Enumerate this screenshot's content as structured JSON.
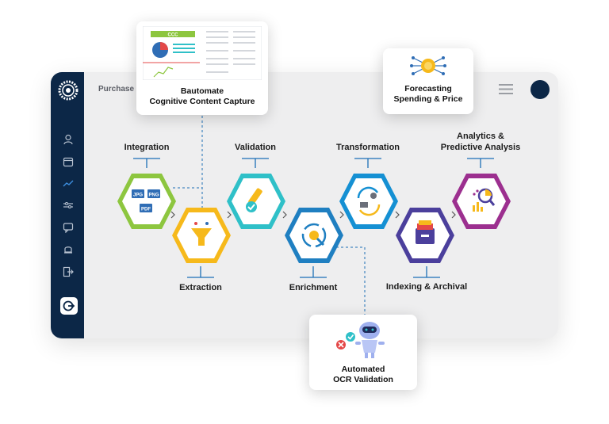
{
  "breadcrumb": "Purchase",
  "cards": {
    "capture": {
      "line1": "Bautomate",
      "line2": "Cognitive Content Capture",
      "doc_header": "CCC"
    },
    "forecast": {
      "line1": "Forecasting",
      "line2": "Spending & Price"
    },
    "ocr": {
      "line1": "Automated",
      "line2": "OCR Validation"
    }
  },
  "stages": {
    "integration": {
      "label": "Integration",
      "color": "#8dc63f",
      "file_tags": [
        "JPG",
        "PNG",
        "PDF"
      ]
    },
    "extraction": {
      "label": "Extraction",
      "color": "#f6b91b"
    },
    "validation": {
      "label": "Validation",
      "color": "#2fc0c8"
    },
    "enrichment": {
      "label": "Enrichment",
      "color": "#1f7fc1"
    },
    "transformation": {
      "label": "Transformation",
      "color": "#1590d3"
    },
    "indexing": {
      "label": "Indexing & Archival",
      "color": "#4b3f9c"
    },
    "analytics": {
      "label_line1": "Analytics &",
      "label_line2": "Predictive Analysis",
      "color": "#9c2f8f"
    }
  },
  "colors": {
    "sidebar": "#0c2747",
    "connector": "#1c6fb6",
    "window": "#eeeeef"
  },
  "icons": {
    "sidebar": [
      "user-icon",
      "calendar-icon",
      "trend-icon",
      "sliders-icon",
      "chat-icon",
      "bell-icon",
      "logout-icon"
    ]
  }
}
